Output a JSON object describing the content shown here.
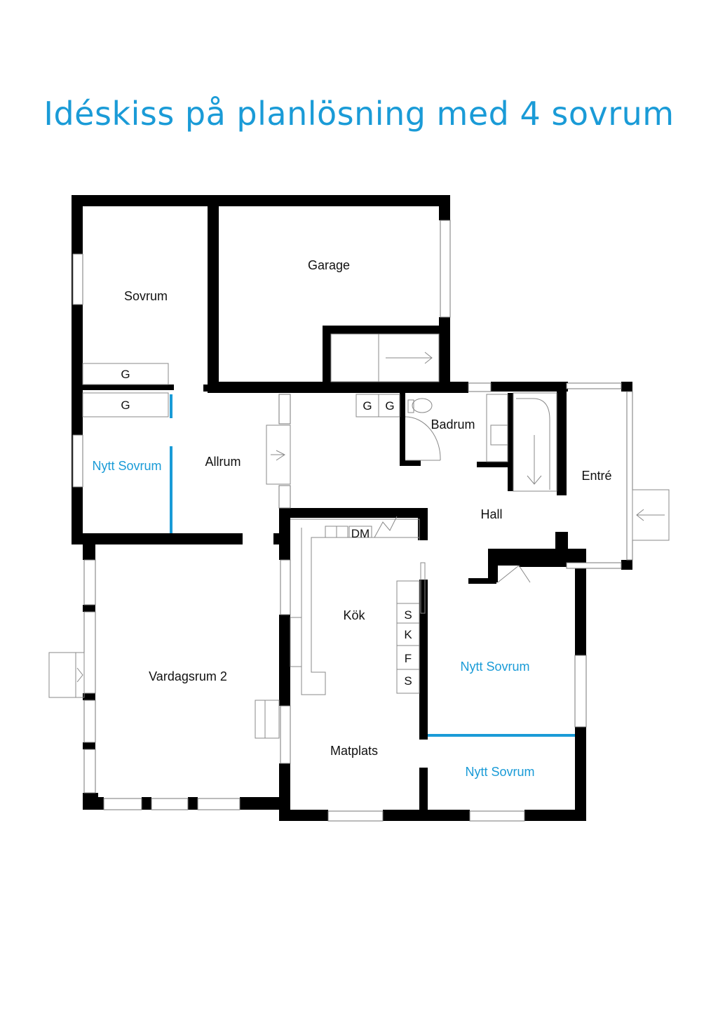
{
  "title": "Idéskiss på planlösning med 4 sovrum",
  "accent_color": "#1a9bd7",
  "rooms": {
    "sovrum": "Sovrum",
    "garage": "Garage",
    "nytt_sovrum_1": "Nytt Sovrum",
    "allrum": "Allrum",
    "badrum": "Badrum",
    "entre": "Entré",
    "hall": "Hall",
    "kok": "Kök",
    "vardagsrum": "Vardagsrum 2",
    "nytt_sovrum_2": "Nytt Sovrum",
    "matplats": "Matplats",
    "nytt_sovrum_3": "Nytt Sovrum"
  },
  "fixtures": {
    "g1": "G",
    "g2": "G",
    "g3": "G",
    "g4": "G",
    "dm": "DM",
    "s1": "S",
    "k": "K",
    "f": "F",
    "s2": "S"
  }
}
